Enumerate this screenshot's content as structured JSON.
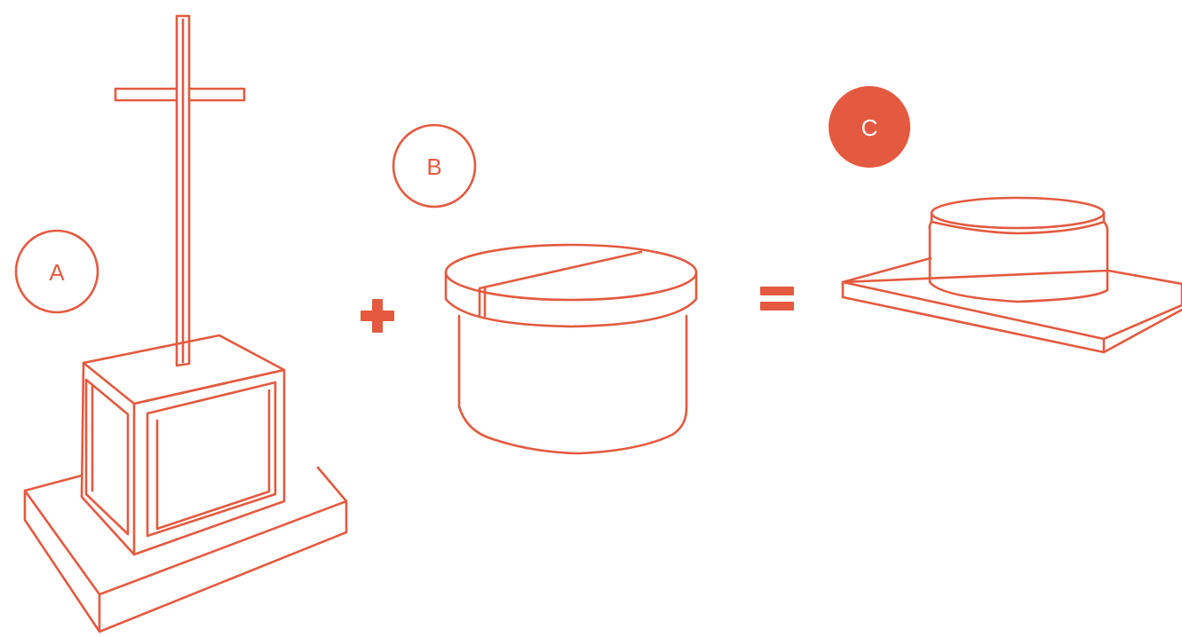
{
  "diagram": {
    "labels": {
      "a": "A",
      "b": "B",
      "c": "C"
    },
    "operators": {
      "plus": "plus-sign",
      "equals": "equals-sign"
    },
    "colors": {
      "accent": "#e35a40",
      "background": "#ffffff",
      "label_filled_text": "#ffffff"
    }
  }
}
